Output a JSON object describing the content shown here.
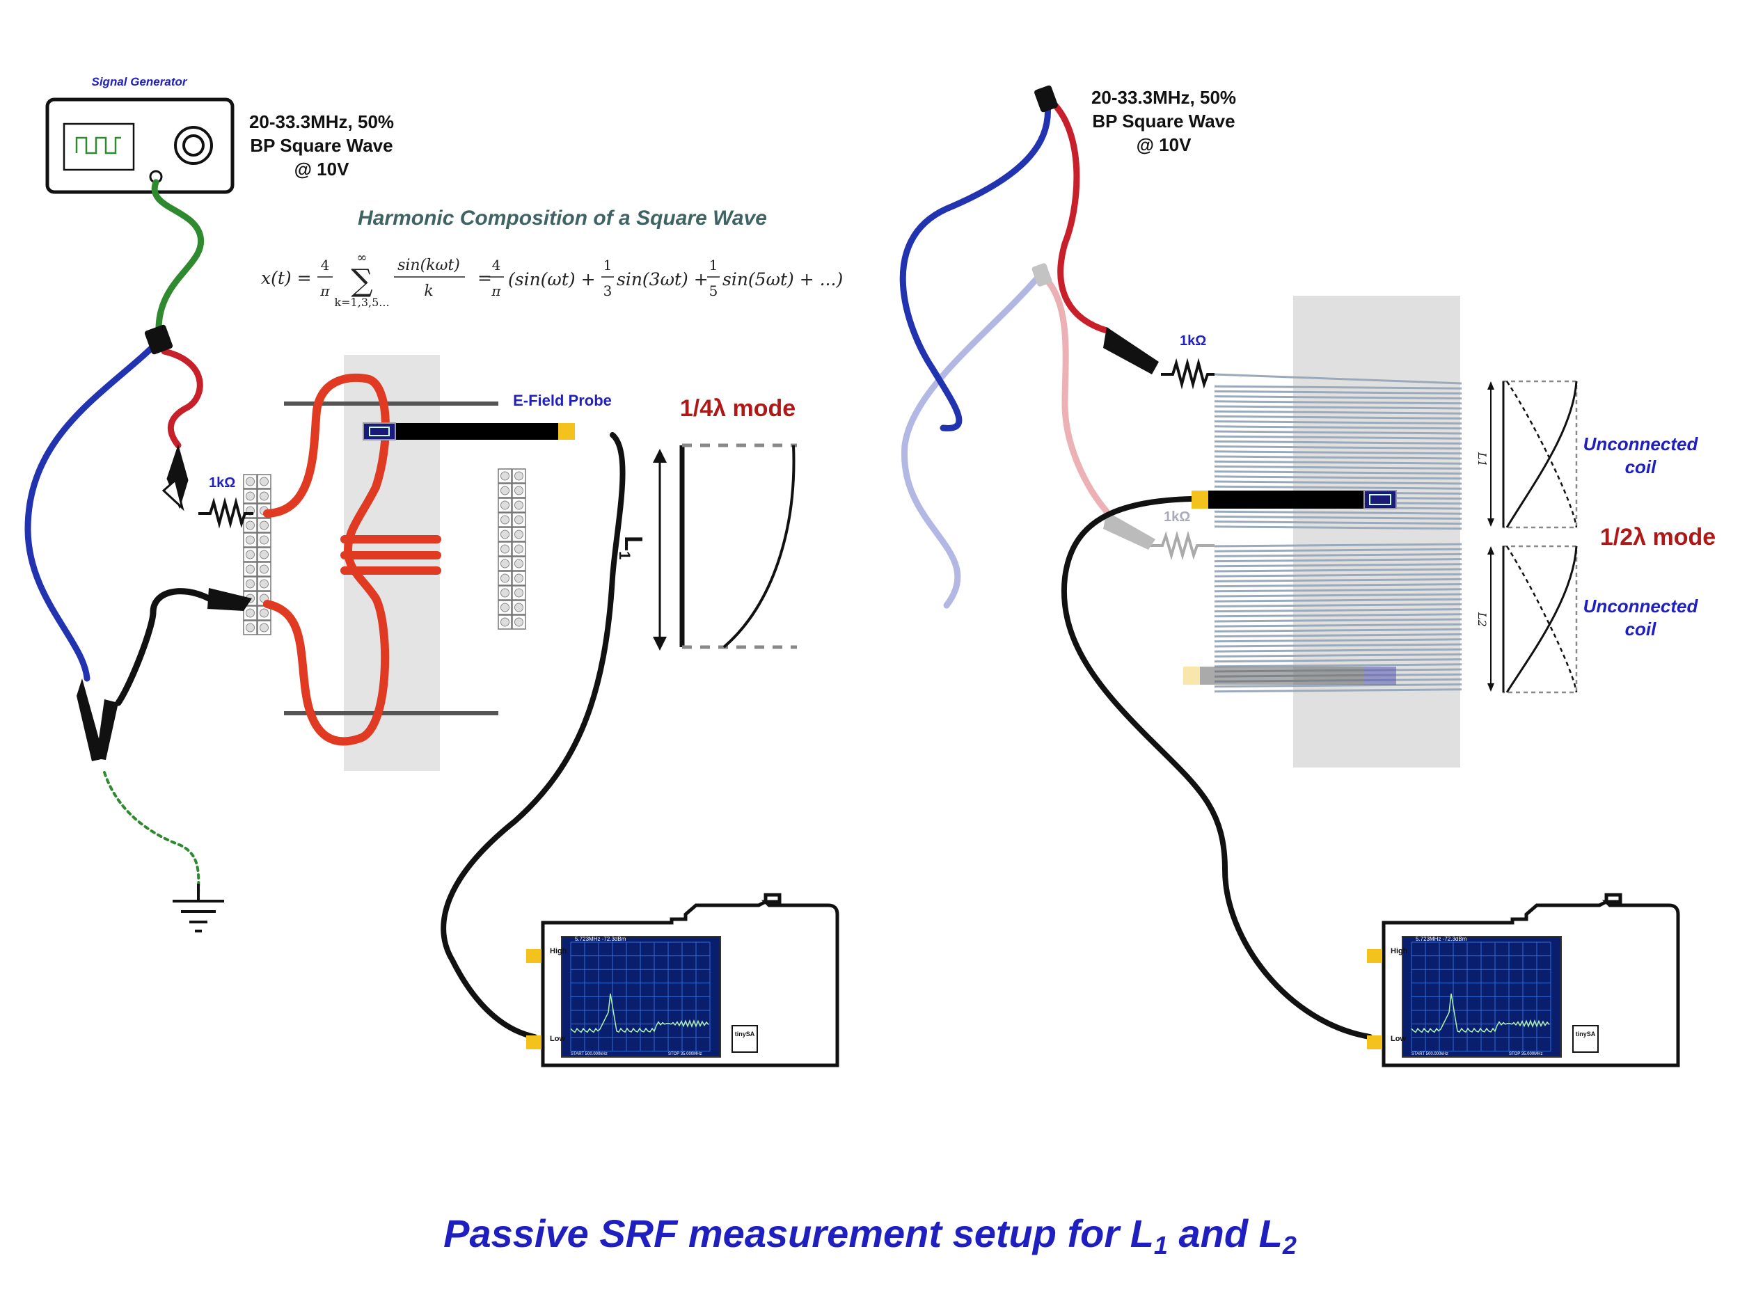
{
  "signal_generator": {
    "title": "Signal Generator",
    "spec_line1": "20-33.3MHz, 50%",
    "spec_line2": "BP Square Wave",
    "spec_line3": "@ 10V"
  },
  "formula": {
    "heading": "Harmonic Composition of a Square Wave",
    "lhs": "x(t) = ",
    "sum_top": "∞",
    "sum_bottom": "k=1,3,5...",
    "frac_num": "sin(kωt)",
    "frac_den": "k",
    "four": "4",
    "pi": "π",
    "equals": "=",
    "expansion": "(sin(ωt) + ",
    "third_num": "1",
    "third_den": "3",
    "third_term": "sin(3ωt) + ",
    "fifth_den": "5",
    "fifth_term": "sin(5ωt) + ...)"
  },
  "left_setup": {
    "resistor_label": "1kΩ",
    "probe_label": "E-Field Probe",
    "mode_label": "1/4λ mode",
    "length_label": "L",
    "length_sub": "1"
  },
  "right_setup": {
    "spec_line1": "20-33.3MHz, 50%",
    "spec_line2": "BP Square Wave",
    "spec_line3": "@ 10V",
    "resistor_top": "1kΩ",
    "resistor_ghost": "1kΩ",
    "coil_top_line1": "Unconnected",
    "coil_top_line2": "coil",
    "mode_label": "1/2λ mode",
    "coil_bottom_line1": "Unconnected",
    "coil_bottom_line2": "coil",
    "wave_label_top": "L1",
    "wave_label_bottom": "L2"
  },
  "analyzer": {
    "port_high": "High",
    "port_low": "Low",
    "marker_readout": "5.723MHz -72.3dBm",
    "brand": "tinySA",
    "start": "START 500.000kHz",
    "stop": "STOP 35.000MHz"
  },
  "caption": {
    "prefix": "Passive SRF measurement setup for L",
    "sub1": "1",
    "middle": " and L",
    "sub2": "2"
  },
  "colors": {
    "blue_text": "#1f1fbf",
    "red_text": "#b01818",
    "formula_heading": "#3f6363",
    "red_wire": "#c8202a",
    "blue_wire": "#2233b0",
    "green_wire": "#2f8a2f",
    "coil_red": "#e03a22",
    "coil_slate": "#9aaabb",
    "core_gray": "#e4e4e4",
    "screen_bg": "#0a1e6e"
  }
}
